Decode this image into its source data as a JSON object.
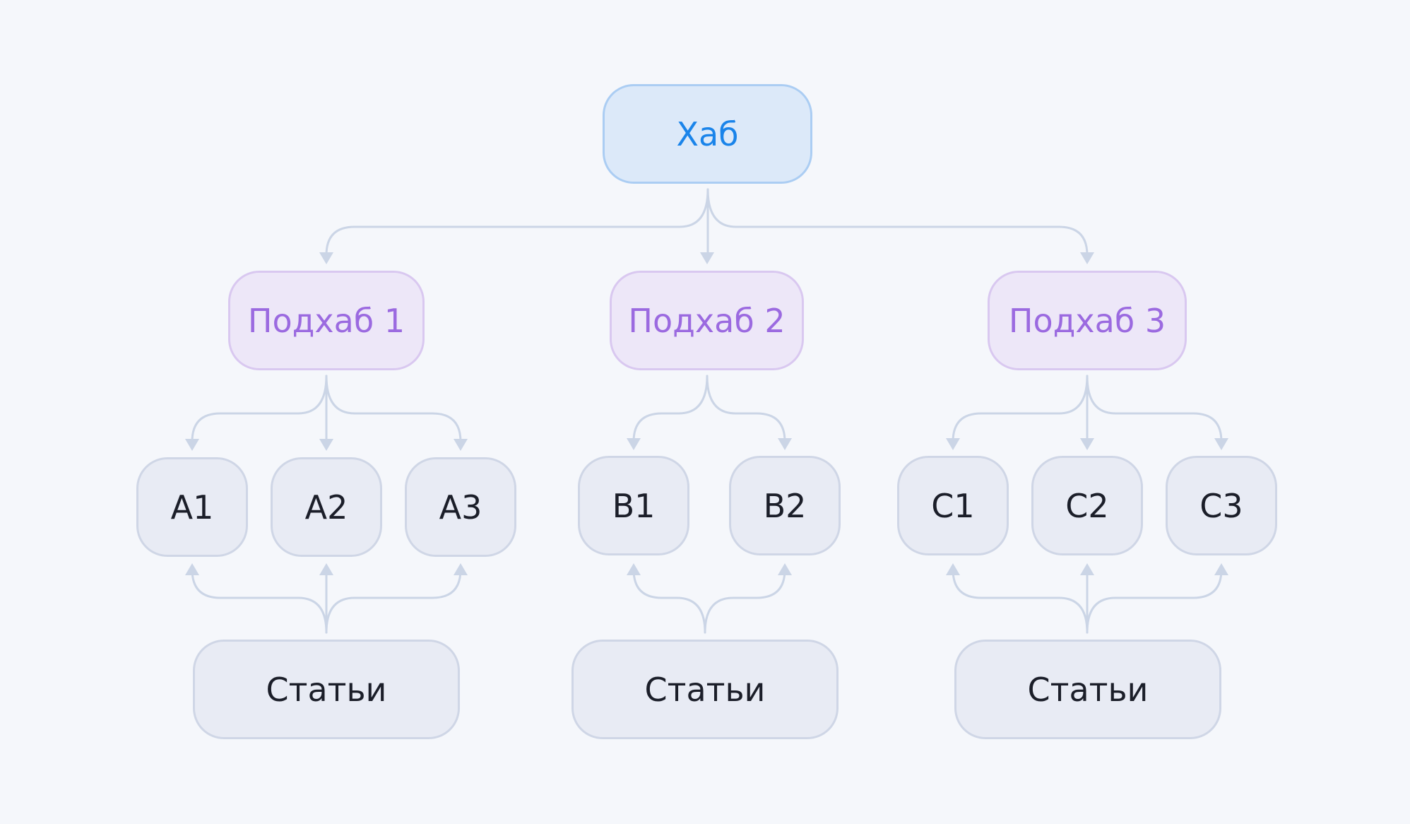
{
  "colors": {
    "background": "#f5f7fb",
    "connector": "#cbd5e6",
    "hub_text": "#1a84ea",
    "subhub_text": "#9b6ae0",
    "leaf_text": "#1b1e29"
  },
  "hub": {
    "label": "Хаб"
  },
  "subhubs": [
    {
      "label": "Подхаб 1",
      "leaves": [
        "A1",
        "A2",
        "A3"
      ],
      "articles": "Статьи"
    },
    {
      "label": "Подхаб 2",
      "leaves": [
        "B1",
        "B2"
      ],
      "articles": "Статьи"
    },
    {
      "label": "Подхаб 3",
      "leaves": [
        "C1",
        "C2",
        "C3"
      ],
      "articles": "Статьи"
    }
  ]
}
